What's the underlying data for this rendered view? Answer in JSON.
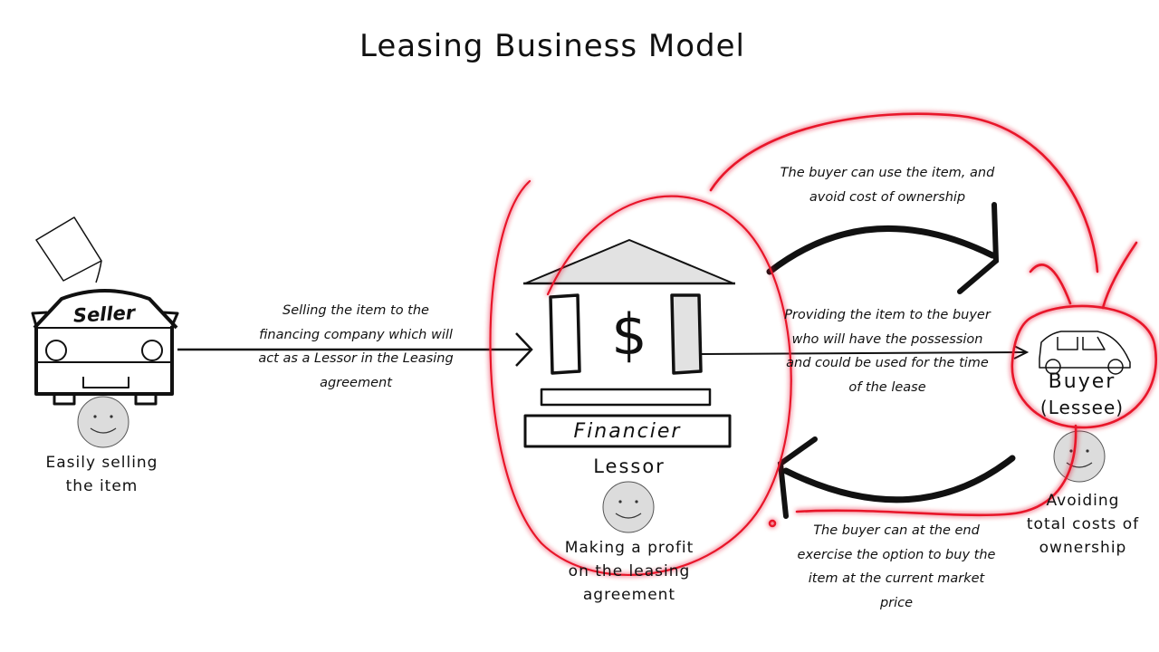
{
  "title": "Leasing Business Model",
  "seller": {
    "label": "Seller",
    "benefit": [
      "Easily selling",
      "the item"
    ]
  },
  "seller_to_financier": [
    "Selling the item to the",
    "financing company which will",
    "act as a Lessor in the Leasing",
    "agreement"
  ],
  "financier": {
    "sign": "Financier",
    "symbol": "$",
    "role": "Lessor",
    "benefit": [
      "Making a profit",
      "on the leasing",
      "agreement"
    ]
  },
  "top_arrow_text": [
    "The buyer can use the item, and",
    "avoid cost of ownership"
  ],
  "middle_arrow_text": [
    "Providing the item to the buyer",
    "who will have the possession",
    "and could be used for the time",
    "of the lease"
  ],
  "bottom_arrow_text": [
    "The buyer can at the end",
    "exercise the option to buy the",
    "item at the current market",
    "price"
  ],
  "buyer": {
    "label": "Buyer",
    "sublabel": "(Lessee)",
    "benefit": [
      "Avoiding",
      "total costs of",
      "ownership"
    ]
  },
  "colors": {
    "ink": "#111111",
    "face": "#dcdcdc",
    "roof": "#e2e2e2",
    "highlight": "#e8142c"
  }
}
